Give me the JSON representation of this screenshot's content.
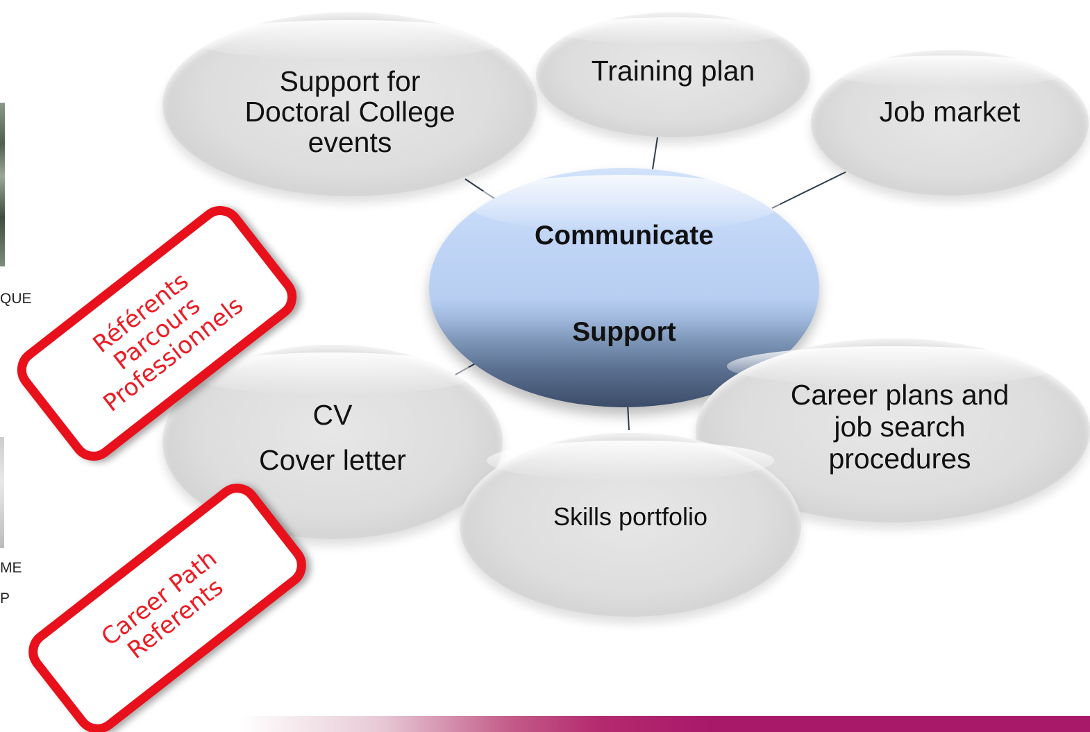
{
  "diagram": {
    "center": {
      "line1": "Communicate",
      "line2": "Support"
    },
    "satellites": [
      {
        "id": "events",
        "label": "Support for\nDoctoral College\nevents"
      },
      {
        "id": "training",
        "label": "Training plan"
      },
      {
        "id": "job",
        "label": "Job market"
      },
      {
        "id": "cv",
        "label": "CV\nCover letter"
      },
      {
        "id": "career",
        "label": "Career plans and\njob search\nprocedures"
      },
      {
        "id": "skills",
        "label": "Skills portfolio"
      }
    ]
  },
  "stamps": {
    "fr": "Référents\nParcours\nProfessionnels",
    "en": "Career Path\nReferents"
  },
  "left_fragments": {
    "top_caption": "QUE",
    "bottom_caption_1": "ME",
    "bottom_caption_2": "P"
  },
  "colors": {
    "stamp_red": "#e8101b",
    "banner_magenta": "#a9196a",
    "center_blue": "#b7cef2"
  }
}
